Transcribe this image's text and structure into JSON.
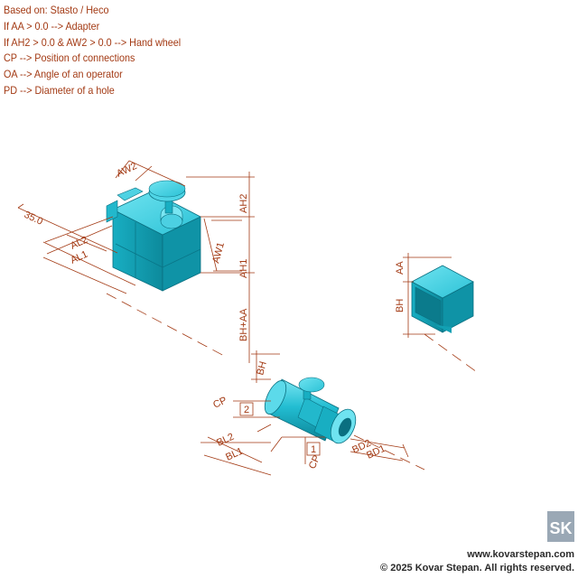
{
  "notes": [
    "Based on: Stasto / Heco",
    "If AA > 0.0 --> Adapter",
    "If AH2 > 0.0 & AW2 > 0.0 --> Hand wheel",
    "CP --> Position of connections",
    "OA --> Angle of an operator",
    "PD --> Diameter of a hole"
  ],
  "dimensions": {
    "aw2": "AW2",
    "ah2": "AH2",
    "angle": "35.0",
    "al2": "AL2",
    "al1": "AL1",
    "aw1": "AW1",
    "ah1": "AH1",
    "bhaa": "BH+AA",
    "aa_adapter": "AA",
    "bh_adapter": "BH",
    "bh_valve": "BH",
    "cp_top": "CP",
    "cp_top_num": "2",
    "bl2": "BL2",
    "bl1": "BL1",
    "cp_bottom": "CP",
    "cp_bottom_num": "1",
    "bd2": "BD2",
    "bd1": "BD1"
  },
  "colors": {
    "accent": "#a33a14",
    "model": "#1ab5c9",
    "model_dark": "#0e8fa3",
    "model_light": "#5fdcec"
  },
  "footer": {
    "website": "www.kovarstepan.com",
    "copyright": "© 2025 Kovar Stepan. All rights reserved.",
    "logo_text": "SK"
  }
}
